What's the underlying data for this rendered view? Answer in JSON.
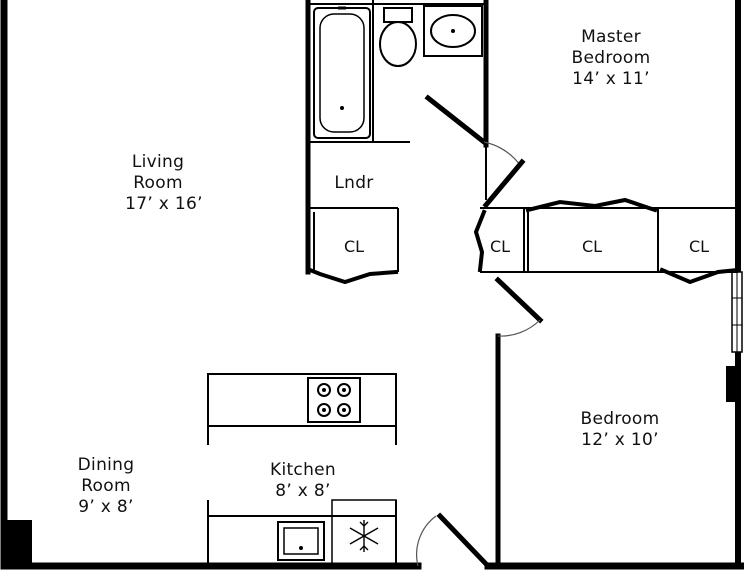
{
  "rooms": {
    "master_bedroom": {
      "name_line1": "Master",
      "name_line2": "Bedroom",
      "size": "14’ x 11’"
    },
    "living_room": {
      "name_line1": "Living",
      "name_line2": "Room",
      "size": "17’ x 16’"
    },
    "laundry": {
      "name": "Lndr"
    },
    "bedroom": {
      "name": "Bedroom",
      "size": "12’ x 10’"
    },
    "kitchen": {
      "name": "Kitchen",
      "size": "8’ x 8’"
    },
    "dining_room": {
      "name_line1": "Dining",
      "name_line2": "Room",
      "size": "9’ x 8’"
    }
  },
  "closets": {
    "laundry_closet": "CL",
    "hall_closet": "CL",
    "middle_closet": "CL",
    "right_closet": "CL"
  },
  "icons": {
    "stove": "stove-icon",
    "sink": "kitchen-sink-icon",
    "fridge": "snowflake-icon",
    "bathtub": "bathtub-icon",
    "toilet": "toilet-icon",
    "bath_sink": "bathroom-sink-icon"
  },
  "colors": {
    "wall": "#000000",
    "background": "#ffffff"
  }
}
